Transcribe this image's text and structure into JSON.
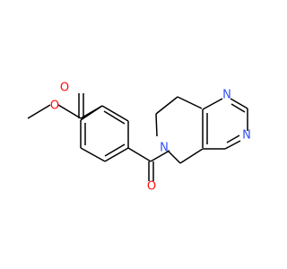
{
  "molecule": {
    "atoms": [
      {
        "id": "O_ester_single",
        "label": "O",
        "color": "#ff0d0d"
      },
      {
        "id": "O_ester_carbonyl",
        "label": "O",
        "color": "#ff0d0d"
      },
      {
        "id": "O_amide",
        "label": "O",
        "color": "#ff0d0d"
      },
      {
        "id": "N_amide",
        "label": "N",
        "color": "#3050f8"
      },
      {
        "id": "N_pyrimidine_1",
        "label": "N",
        "color": "#3050f8"
      },
      {
        "id": "N_pyrimidine_3",
        "label": "N",
        "color": "#3050f8"
      }
    ],
    "bond_color": "#000000",
    "oxygen_color": "#ff0d0d",
    "nitrogen_color": "#3050f8"
  }
}
